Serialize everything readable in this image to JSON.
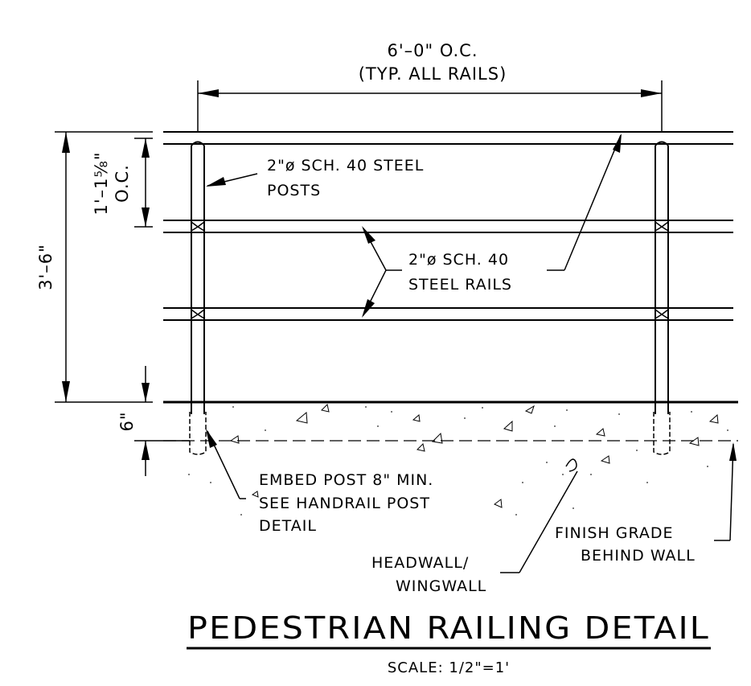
{
  "dimensions": {
    "post_spacing_line1": "6'–0\" O.C.",
    "post_spacing_line2": "(TYP. ALL RAILS)",
    "total_height": "3'–6\"",
    "rail_spacing_line1": "1'–1⅝\"",
    "rail_spacing_line2": "O.C.",
    "embed_depth": "6\""
  },
  "labels": {
    "posts_line1": "2\"ø SCH. 40 STEEL",
    "posts_line2": "POSTS",
    "rails_line1": "2\"ø SCH. 40",
    "rails_line2": "STEEL RAILS",
    "embed_line1": "EMBED POST 8\" MIN.",
    "embed_line2": "SEE HANDRAIL POST",
    "embed_line3": "DETAIL",
    "grade_line1": "FINISH GRADE",
    "grade_line2": "BEHIND WALL",
    "wall_line1": "HEADWALL/",
    "wall_line2": "WINGWALL"
  },
  "title": {
    "main": "PEDESTRIAN RAILING DETAIL",
    "scale": "SCALE: 1/2\"=1'"
  }
}
